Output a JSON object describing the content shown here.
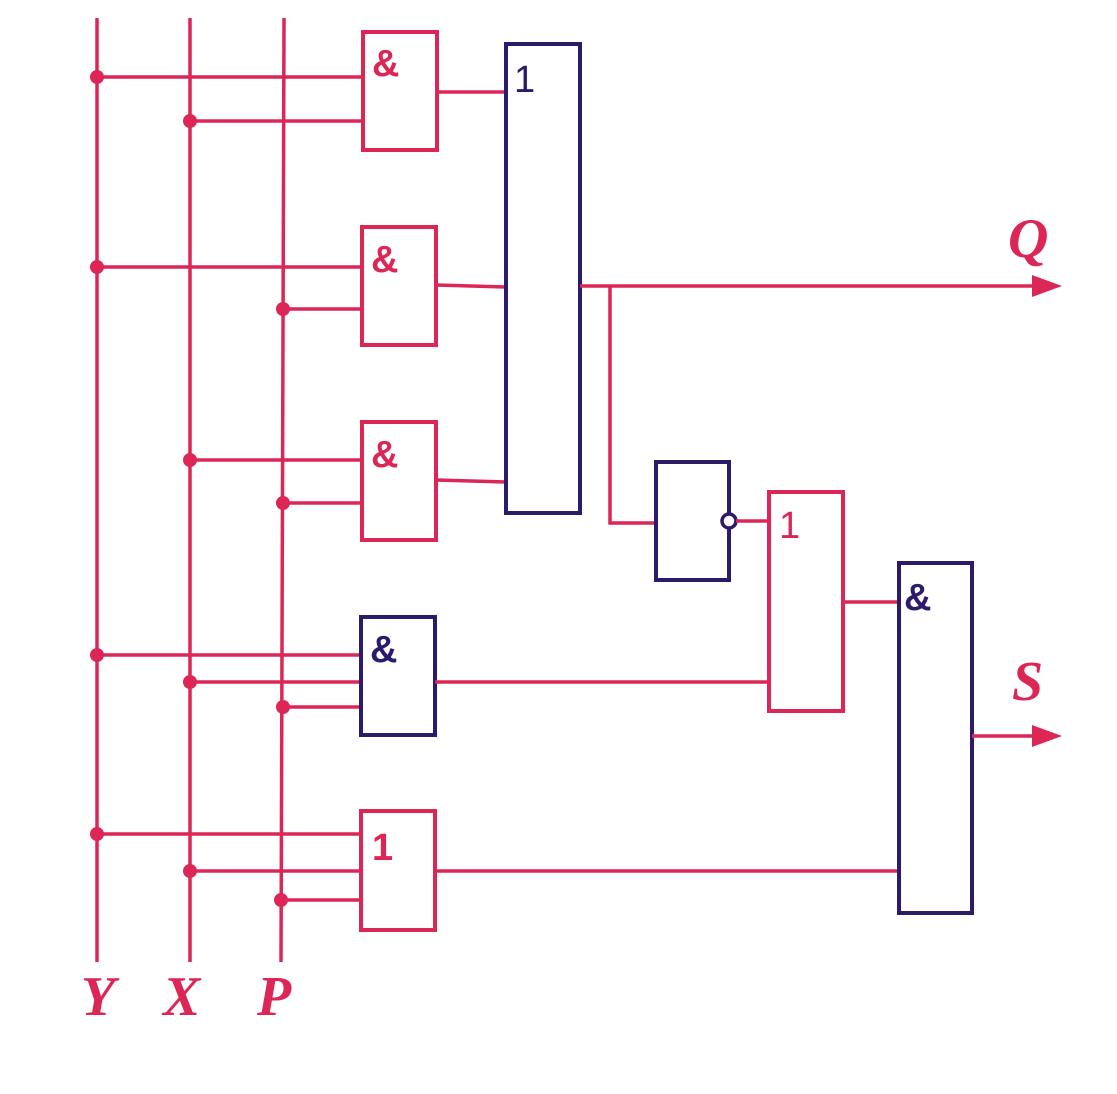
{
  "colors": {
    "wire": "#dc2656",
    "gate_blue": "#2c1a6b",
    "background": "#ffffff"
  },
  "inputs": {
    "y": "Y",
    "x": "X",
    "p": "P"
  },
  "outputs": {
    "q": "Q",
    "s": "S"
  },
  "gates": {
    "and1": "&",
    "and2": "&",
    "and3": "&",
    "and4": "&",
    "or1": "1",
    "or_main": "1",
    "or_second": "1",
    "and_final": "&",
    "not": ""
  }
}
